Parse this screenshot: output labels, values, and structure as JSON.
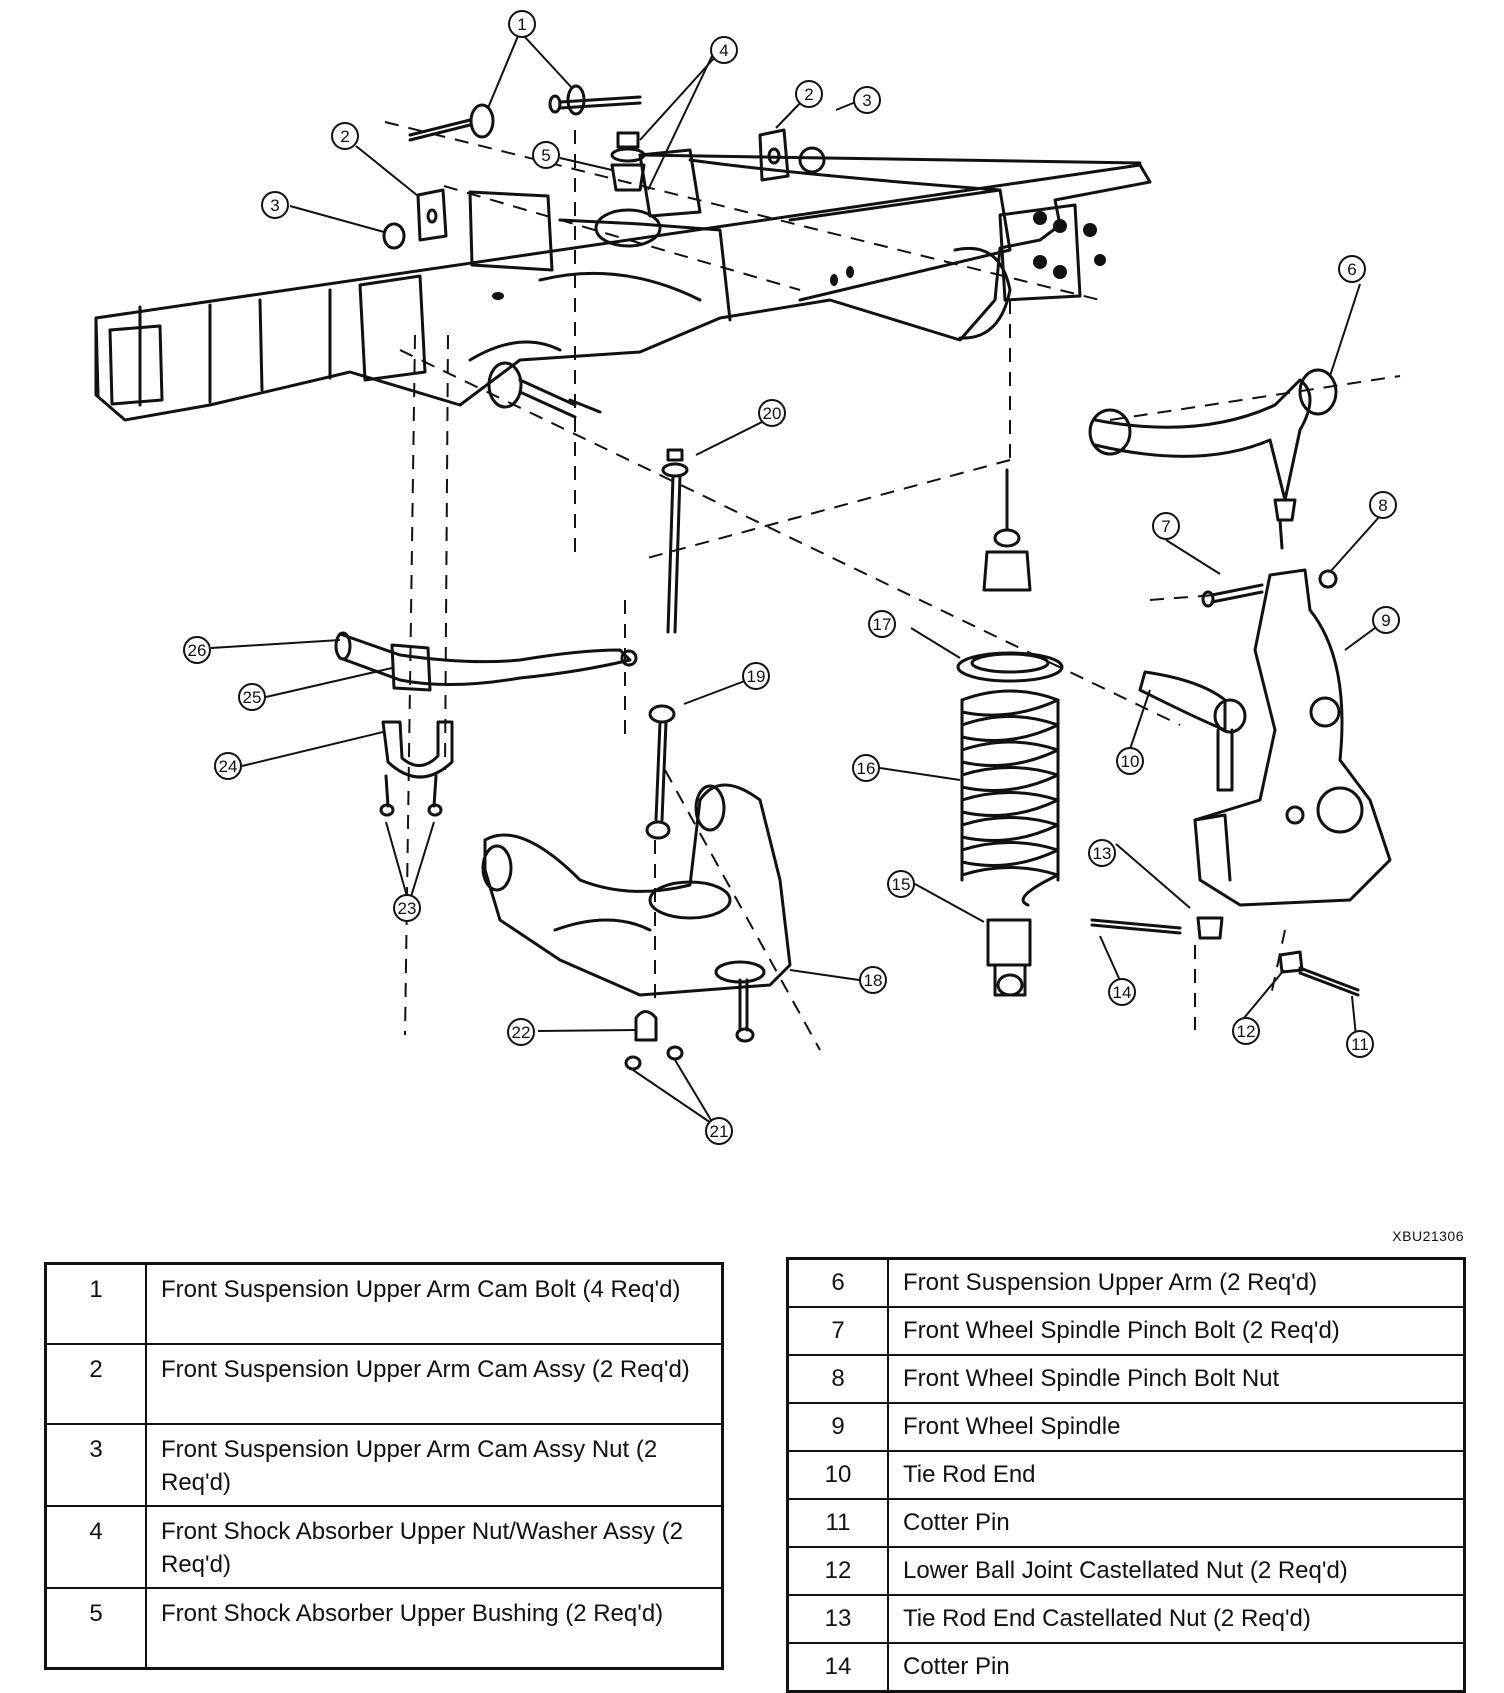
{
  "figure_code": "XBU21306",
  "callouts": [
    "1",
    "2",
    "3",
    "4",
    "5",
    "6",
    "7",
    "8",
    "9",
    "10",
    "11",
    "12",
    "13",
    "14",
    "15",
    "16",
    "17",
    "18",
    "19",
    "20",
    "21",
    "22",
    "23",
    "24",
    "25",
    "26"
  ],
  "callouts_extra": [
    "2",
    "3"
  ],
  "legend_left": [
    {
      "num": "1",
      "desc": "Front Suspension Upper Arm Cam Bolt (4 Req'd)"
    },
    {
      "num": "2",
      "desc": "Front Suspension Upper Arm Cam Assy (2 Req'd)"
    },
    {
      "num": "3",
      "desc": "Front Suspension Upper Arm Cam Assy Nut (2 Req'd)"
    },
    {
      "num": "4",
      "desc": "Front Shock Absorber Upper Nut/Washer Assy (2 Req'd)"
    },
    {
      "num": "5",
      "desc": "Front Shock Absorber Upper Bushing (2 Req'd)"
    }
  ],
  "legend_right": [
    {
      "num": "6",
      "desc": "Front Suspension Upper Arm (2 Req'd)"
    },
    {
      "num": "7",
      "desc": "Front Wheel Spindle Pinch Bolt (2 Req'd)"
    },
    {
      "num": "8",
      "desc": "Front Wheel Spindle Pinch Bolt Nut"
    },
    {
      "num": "9",
      "desc": "Front Wheel Spindle"
    },
    {
      "num": "10",
      "desc": "Tie Rod End"
    },
    {
      "num": "11",
      "desc": "Cotter Pin"
    },
    {
      "num": "12",
      "desc": "Lower Ball Joint Castellated Nut (2 Req'd)"
    },
    {
      "num": "13",
      "desc": "Tie Rod End Castellated Nut (2 Req'd)"
    },
    {
      "num": "14",
      "desc": "Cotter Pin"
    }
  ]
}
